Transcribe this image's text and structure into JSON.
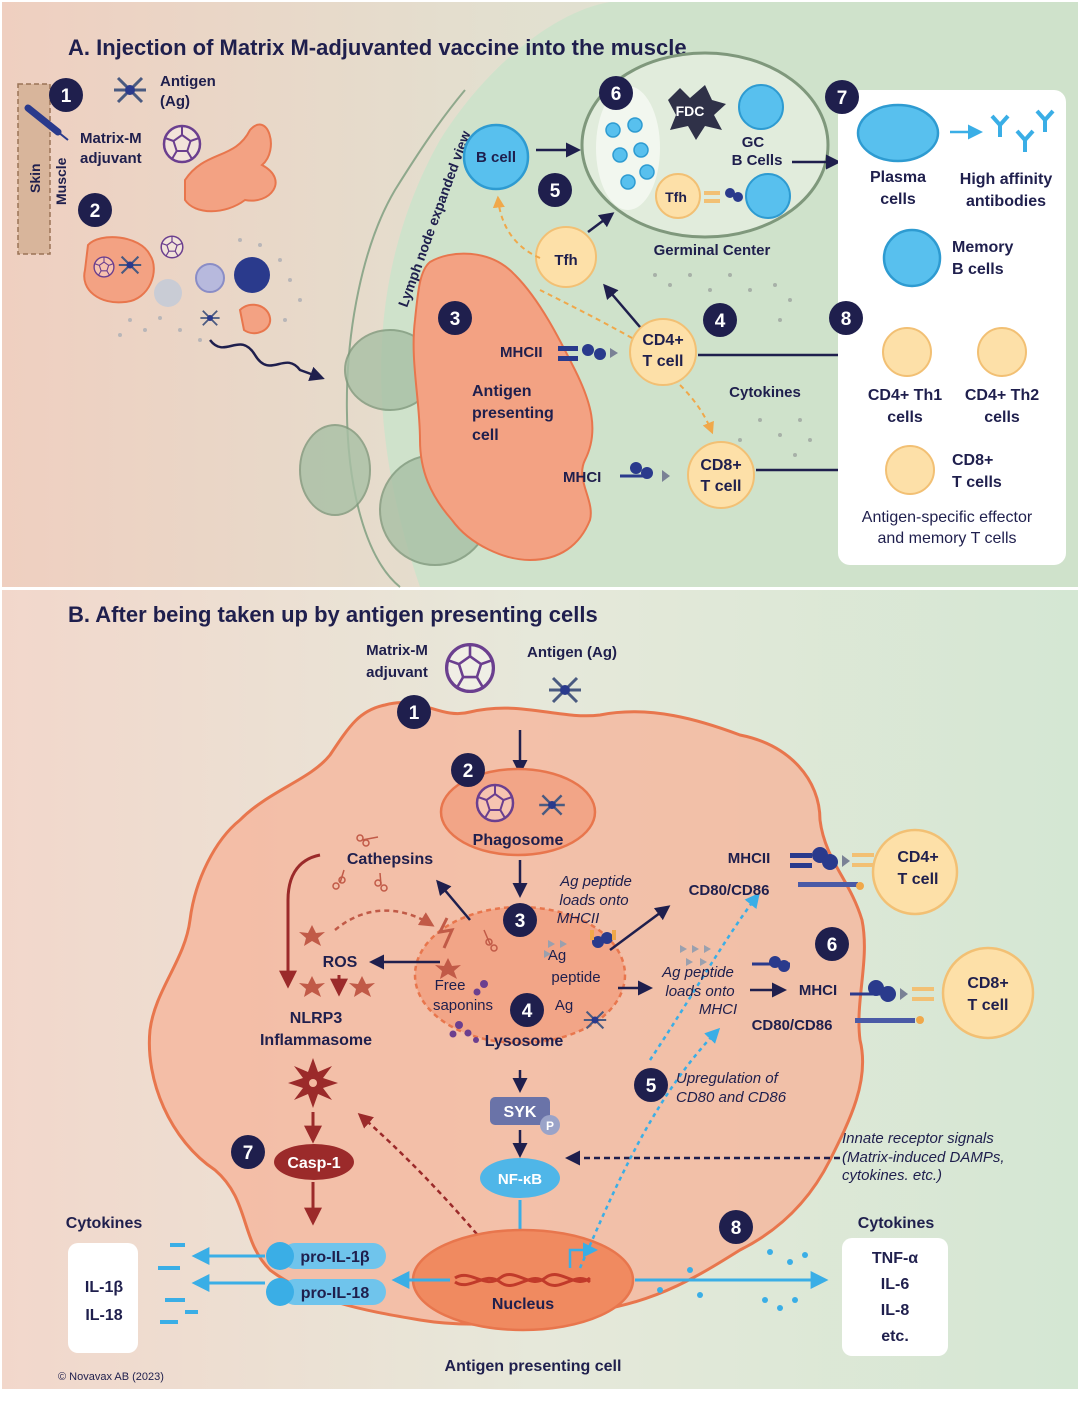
{
  "panel_a": {
    "title": "A. Injection of Matrix M-adjuvanted vaccine into the muscle",
    "skin_label": "Skin",
    "muscle_label": "Muscle",
    "antigen_label_1": "Antigen",
    "antigen_label_2": "(Ag)",
    "matrix_label_1": "Matrix-M",
    "matrix_label_2": "adjuvant",
    "lymph_node_label": "Lymph node expanded view",
    "b_cell": "B cell",
    "fdc": "FDC",
    "gc_label_1": "GC",
    "gc_label_2": "B Cells",
    "tfh_inner": "Tfh",
    "tfh_outer": "Tfh",
    "germinal_center": "Germinal Center",
    "plasma_1": "Plasma",
    "plasma_2": "cells",
    "antibodies_1": "High affinity",
    "antibodies_2": "antibodies",
    "memory_1": "Memory",
    "memory_2": "B cells",
    "mhcii": "MHCII",
    "mhci": "MHCI",
    "apc_1": "Antigen",
    "apc_2": "presenting",
    "apc_3": "cell",
    "cd4_1": "CD4+",
    "cd4_2": "T cell",
    "cd8_1": "CD8+",
    "cd8_2": "T cell",
    "cytokines": "Cytokines",
    "th1_1": "CD4+ Th1",
    "th1_2": "cells",
    "th2_1": "CD4+ Th2",
    "th2_2": "cells",
    "cd8_out_1": "CD8+",
    "cd8_out_2": "T cells",
    "effector_1": "Antigen-specific effector",
    "effector_2": "and memory T cells",
    "steps": [
      "1",
      "2",
      "3",
      "4",
      "5",
      "6",
      "7",
      "8"
    ]
  },
  "panel_b": {
    "title": "B. After being taken up by antigen presenting cells",
    "matrix_1": "Matrix-M",
    "matrix_2": "adjuvant",
    "antigen": "Antigen (Ag)",
    "phagosome": "Phagosome",
    "cathepsins": "Cathepsins",
    "ros": "ROS",
    "nlrp3_1": "NLRP3",
    "nlrp3_2": "Inflammasome",
    "free_saponins_1": "Free",
    "free_saponins_2": "saponins",
    "ag": "Ag",
    "ag_peptide_1": "Ag",
    "ag_peptide_2": "peptide",
    "lysosome": "Lysosome",
    "mhcii_loads_1": "Ag peptide",
    "mhcii_loads_2": "loads onto",
    "mhcii_loads_3": "MHCII",
    "mhci_loads_1": "Ag peptide",
    "mhci_loads_2": "loads onto",
    "mhci_loads_3": "MHCI",
    "mhcii": "MHCII",
    "cd80_cd86_a": "CD80/CD86",
    "mhci": "MHCI",
    "cd80_cd86_b": "CD80/CD86",
    "cd4_1": "CD4+",
    "cd4_2": "T cell",
    "cd8_1": "CD8+",
    "cd8_2": "T cell",
    "upregulation_1": "Upregulation of",
    "upregulation_2": "CD80 and CD86",
    "innate_1": "Innate receptor signals",
    "innate_2": "(Matrix-induced DAMPs,",
    "innate_3": "cytokines. etc.)",
    "syk": "SYK",
    "p": "P",
    "nfkb": "NF-κB",
    "casp1": "Casp-1",
    "pro_il1b": "pro-IL-1β",
    "pro_il18": "pro-IL-18",
    "nucleus": "Nucleus",
    "apc_label": "Antigen presenting cell",
    "cytokines_left_title": "Cytokines",
    "cytokines_left": [
      "IL-1β",
      "IL-18"
    ],
    "cytokines_right_title": "Cytokines",
    "cytokines_right": [
      "TNF-α",
      "IL-6",
      "IL-8",
      "etc."
    ],
    "steps": [
      "1",
      "2",
      "3",
      "4",
      "5",
      "6",
      "7",
      "8"
    ],
    "copyright": "© Novavax AB (2023)"
  },
  "colors": {
    "navy": "#1f1f4d",
    "apc_orange": "#f3a283",
    "apc_border": "#e8764d",
    "blue": "#3aaee6",
    "t_cell": "#fde0a8",
    "green_bg": "#dbe9d8",
    "dark_red": "#9b2a2a"
  }
}
